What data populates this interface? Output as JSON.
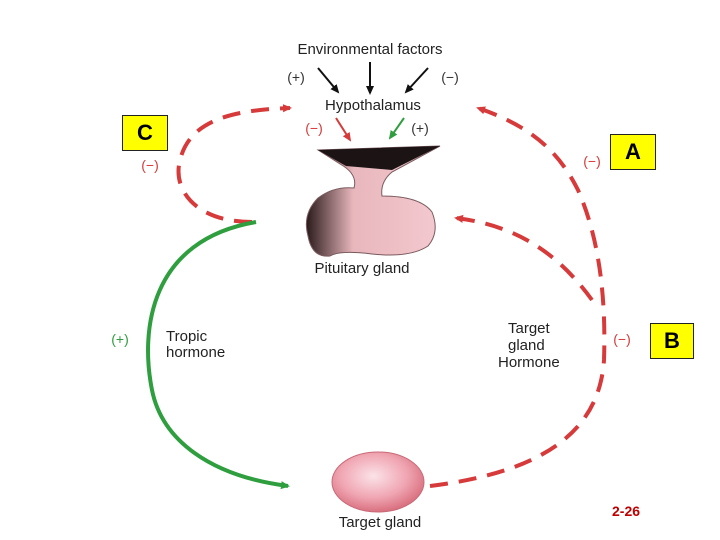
{
  "labels": {
    "environmental_factors": "Environmental factors",
    "hypothalamus": "Hypothalamus",
    "pituitary_gland": "Pituitary gland",
    "tropic_hormone_1": "Tropic",
    "tropic_hormone_2": "hormone",
    "target_gland_hormone_1": "Target",
    "target_gland_hormone_2": "gland",
    "target_gland_hormone_3": "Hormone",
    "target_gland": "Target gland"
  },
  "signs": {
    "env_left": "(+)",
    "env_right": "(−)",
    "hypo_left": "(−)",
    "hypo_right": "(+)",
    "short_loop_left": "(−)",
    "long_loop_right_upper": "(−)",
    "tropic_plus": "(+)",
    "target_minus": "(−)"
  },
  "boxes": {
    "a": "A",
    "b": "B",
    "c": "C"
  },
  "slide_number": "2-26",
  "colors": {
    "inhibitory": "#d63a3a",
    "stimulatory": "#2e9e3e",
    "box_fill": "#ffff00",
    "slide_number": "#c00000"
  }
}
